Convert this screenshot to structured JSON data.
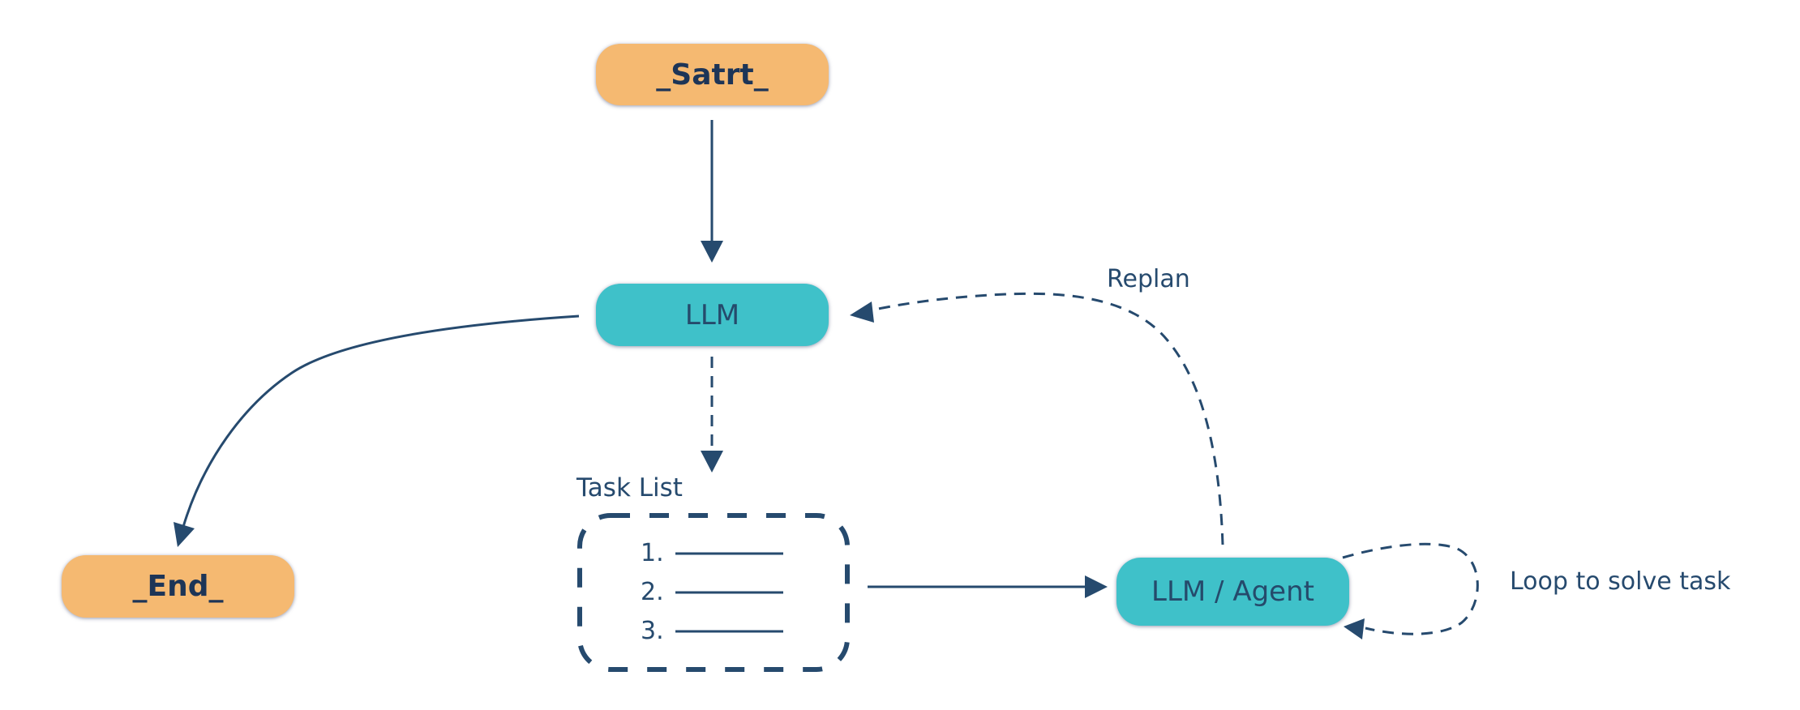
{
  "diagram": {
    "title": "LLM planning and agent execution loop",
    "colors": {
      "terminal_fill": "#F5B971",
      "process_fill": "#3FC1C9",
      "line": "#264A6E",
      "text": "#1D3557",
      "background": "#FFFFFF"
    },
    "nodes": {
      "start": {
        "label": "_Satrt_",
        "shape": "rounded-rectangle",
        "kind": "terminal"
      },
      "llm": {
        "label": "LLM",
        "shape": "rounded-rectangle",
        "kind": "process"
      },
      "end": {
        "label": "_End_",
        "shape": "rounded-rectangle",
        "kind": "terminal"
      },
      "agent": {
        "label": "LLM / Agent",
        "shape": "rounded-rectangle",
        "kind": "process"
      },
      "task_list": {
        "label": "Task List",
        "shape": "dashed-rounded-rectangle",
        "items": [
          "1.",
          "2.",
          "3."
        ]
      }
    },
    "edges": [
      {
        "from": "start",
        "to": "llm",
        "style": "solid",
        "label": ""
      },
      {
        "from": "llm",
        "to": "end",
        "style": "solid",
        "label": ""
      },
      {
        "from": "llm",
        "to": "task_list",
        "style": "dashed",
        "label": ""
      },
      {
        "from": "task_list",
        "to": "agent",
        "style": "solid",
        "label": ""
      },
      {
        "from": "agent",
        "to": "llm",
        "style": "dashed",
        "label": "Replan"
      },
      {
        "from": "agent",
        "to": "agent",
        "style": "dashed",
        "label": "Loop to solve task"
      }
    ]
  }
}
